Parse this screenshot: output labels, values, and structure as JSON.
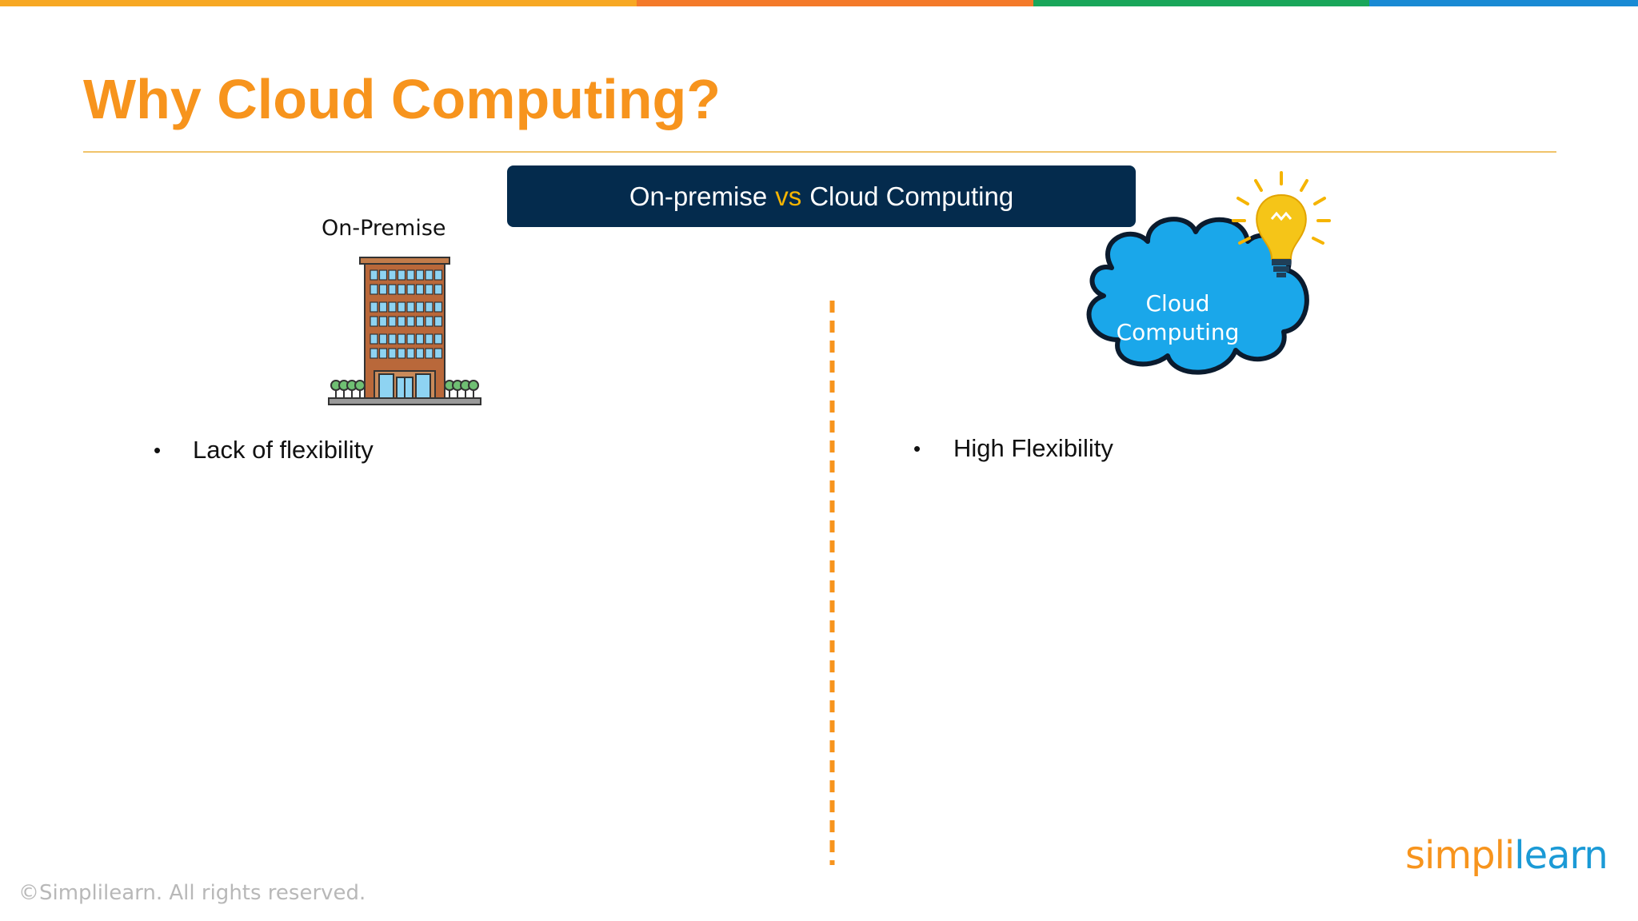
{
  "colors": {
    "accent_orange": "#f7941d",
    "banner_bg": "#042b4d",
    "vs_yellow": "#f5b400",
    "cloud_blue": "#1aa7ea",
    "topbar": [
      "#f7a823",
      "#f47a2a",
      "#1aa65a",
      "#1a8ad4"
    ]
  },
  "slide": {
    "title": "Why Cloud Computing?",
    "banner": {
      "left": "On-premise",
      "vs": "vs",
      "right": "Cloud Computing"
    }
  },
  "on_premise": {
    "label": "On-Premise",
    "icon": "office-building-icon",
    "bullets": [
      "Lack of flexibility"
    ],
    "bullet_char": "•"
  },
  "cloud": {
    "label_line1": "Cloud",
    "label_line2": "Computing",
    "icons": [
      "cloud-icon",
      "lightbulb-icon"
    ],
    "bullets": [
      "High Flexibility"
    ],
    "bullet_char": "•"
  },
  "footer": {
    "copyright": "©Simplilearn. All rights reserved.",
    "logo_part1": "simpl",
    "logo_sep": "i",
    "logo_part2": "learn"
  }
}
